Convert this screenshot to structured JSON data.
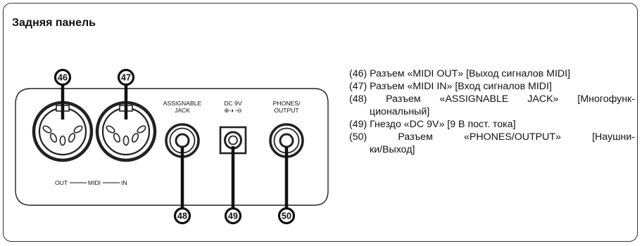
{
  "title": "Задняя панель",
  "connectors": {
    "midi_out": {
      "number": "46",
      "label": "OUT"
    },
    "midi_mid": {
      "label": "MIDI"
    },
    "midi_in": {
      "number": "47",
      "label": "IN"
    },
    "assignable": {
      "number": "48",
      "label_line1": "ASSIGNABLE",
      "label_line2": "JACK"
    },
    "dc": {
      "number": "49",
      "label": "DC 9V",
      "polarity": "⊕-◐-⊖"
    },
    "phones": {
      "number": "50",
      "label_line1": "PHONES/",
      "label_line2": "OUTPUT"
    }
  },
  "legend": [
    {
      "line1": "(46) Разъем «MIDI OUT» [Выход сигналов MIDI]"
    },
    {
      "line1": "(47) Разъем «MIDI IN» [Вход сигналов MIDI]"
    },
    {
      "line1": "(48) Разъем «ASSIGNABLE JACK» [Многофунк-",
      "line2": "циональный]"
    },
    {
      "line1": "(49) Гнездо «DC 9V» [9 В пост. тока]"
    },
    {
      "line1": "(50) Разъем «PHONES/OUTPUT» [Наушни-",
      "line2": "ки/Выход]"
    }
  ]
}
